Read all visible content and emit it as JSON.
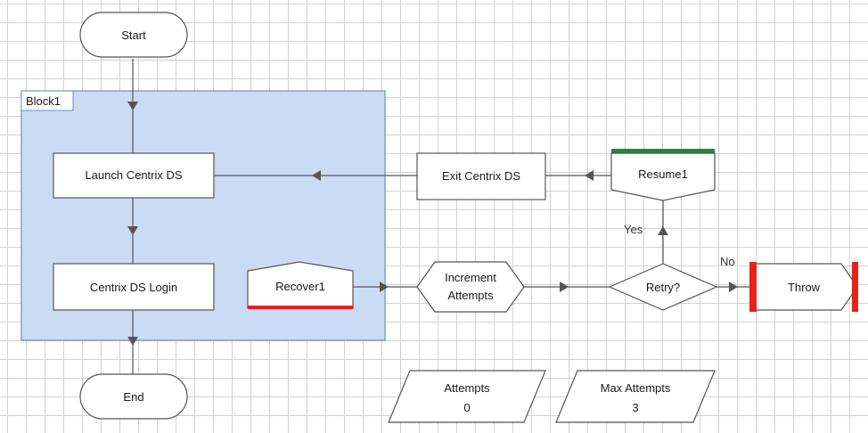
{
  "diagram": {
    "block": {
      "label": "Block1"
    },
    "nodes": {
      "start": "Start",
      "end": "End",
      "launch": "Launch Centrix DS",
      "login": "Centrix DS Login",
      "recover": "Recover1",
      "increment_line1": "Increment",
      "increment_line2": "Attempts",
      "retry": "Retry?",
      "throw": "Throw",
      "resume": "Resume1",
      "exit": "Exit Centrix DS"
    },
    "edge_labels": {
      "yes": "Yes",
      "no": "No"
    },
    "data_items": [
      {
        "name": "Attempts",
        "value": "0"
      },
      {
        "name": "Max Attempts",
        "value": "3"
      }
    ],
    "colors": {
      "block_fill": "#c9dcf4",
      "block_border": "#6f8fb8",
      "recover_bar": "#e8211b",
      "resume_bar": "#1e8a3c",
      "throw_bar": "#e8211b",
      "stroke": "#555555"
    }
  }
}
